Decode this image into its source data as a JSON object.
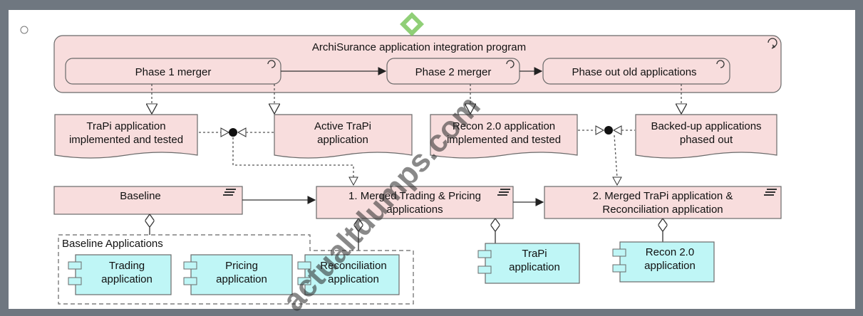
{
  "program": {
    "title": "ArchiSurance application integration program"
  },
  "phases": {
    "phase1": "Phase 1 merger",
    "phase2": "Phase 2 merger",
    "phase3": "Phase out old applications"
  },
  "deliverables": {
    "d1": [
      "TraPi application",
      "implemented and tested"
    ],
    "d2": [
      "Active TraPi",
      "application"
    ],
    "d3": [
      "Recon 2.0 application",
      "implemented and tested"
    ],
    "d4": [
      "Backed-up applications",
      "phased out"
    ]
  },
  "plateaus": {
    "baseline": "Baseline",
    "p1": [
      "1. Merged Trading & Pricing",
      "applications"
    ],
    "p2": [
      "2. Merged TraPi application &",
      "Reconciliation application"
    ]
  },
  "group": {
    "label": "Baseline Applications"
  },
  "applications": {
    "trading": [
      "Trading",
      "application"
    ],
    "pricing": [
      "Pricing",
      "application"
    ],
    "reconciliation": [
      "Reconciliation",
      "application"
    ],
    "trapi": [
      "TraPi",
      "application"
    ],
    "recon": [
      "Recon 2.0",
      "application"
    ]
  },
  "watermark": "actualtdumps.com",
  "colors": {
    "work_package": "#f8dddd",
    "application": "#bff6f6",
    "frame": "#6f7780"
  }
}
